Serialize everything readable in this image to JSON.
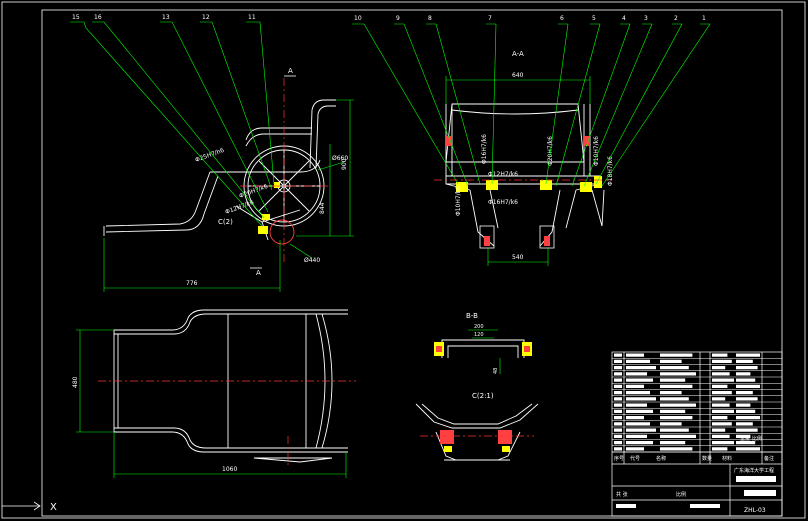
{
  "balloons_top_left": [
    "15",
    "16",
    "13",
    "12",
    "11"
  ],
  "balloons_top_right": [
    "10",
    "9",
    "8",
    "7",
    "6",
    "5",
    "4",
    "3",
    "2",
    "1"
  ],
  "views": {
    "section_aa_title": "A-A",
    "section_bb_title": "B-B",
    "detail_c_title": "C(2:1)",
    "detail_c_label_side": "C(2)"
  },
  "section_marks": {
    "a_top": "A",
    "a_bottom": "A"
  },
  "dims_side_view": {
    "d_776": "776",
    "d_844": "844",
    "d_900": "900",
    "d_660": "Ø660",
    "d_440": "Ø440",
    "fit_1": "Φ25H7/h6",
    "fit_2": "Φ20H7/k6",
    "fit_3": "Φ12H7/k6"
  },
  "dims_section_aa": {
    "d_640": "640",
    "d_540": "540",
    "fit_a": "Φ16H7/k6",
    "fit_b": "Φ12H7/k6",
    "fit_c": "Φ20H7/k6",
    "fit_d": "Φ16H7/k6",
    "fit_e": "Φ18H7/k6",
    "fit_f": "Φ10H7/k6",
    "fit_g": "Φ10H7/k6"
  },
  "dims_plan_view": {
    "d_480": "480",
    "d_1060": "1060"
  },
  "dims_bb": {
    "d_200": "200",
    "d_120": "120",
    "d_48": "48"
  },
  "title_block": {
    "school": "广东海洋大学工程",
    "drawing_no": "ZHL-03",
    "header_cells": [
      "序号",
      "代号",
      "名称",
      "数量",
      "材料",
      "备注"
    ],
    "scale_label": "比例",
    "sheet_label": "共 张",
    "small_cells": [
      "重量",
      "比例"
    ]
  },
  "bom_rows": 16,
  "ucs_label": "X",
  "colors": {
    "background": "#000000",
    "geometry": "#ffffff",
    "leaders": "#00ff00",
    "centerline": "#ff3333",
    "dimension": "#00ff00",
    "part_yellow": "#ffff00",
    "part_red": "#ff4040",
    "part_cyan": "#00ffff"
  }
}
